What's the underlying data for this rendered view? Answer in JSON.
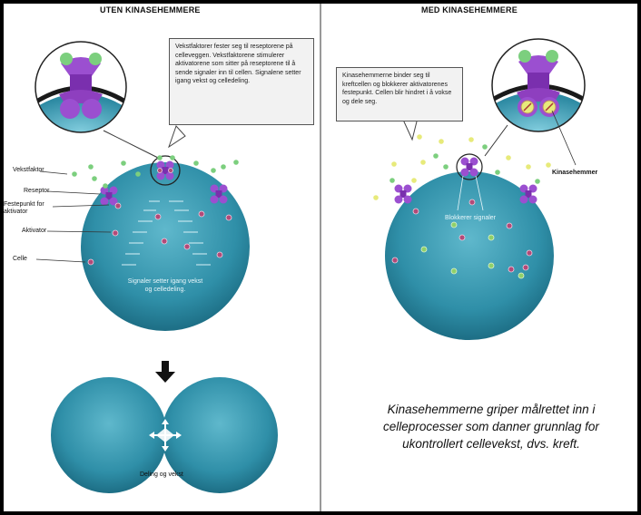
{
  "headers": {
    "left": "UTEN KINASEHEMMERE",
    "right": "MED KINASEHEMMERE"
  },
  "left": {
    "info_box": "Vekstfaktorer fester seg til reseptorene på celleveggen. Vekstfaktorene stimulerer aktivatorene som sitter på reseptorene til å sende signaler inn til cellen. Signalene setter igang vekst og celledeling.",
    "labels": {
      "vekstfaktor": "Vekstfaktor",
      "reseptor": "Reseptor",
      "festepunkt": "Festepunkt for aktivator",
      "aktivator": "Aktivator",
      "celle": "Celle"
    },
    "signal_text": "Signaler setter igang vekst og celledeling.",
    "division_label": "Deling og vekst"
  },
  "right": {
    "info_box": "Kinasehemmerne binder seg til kreftcellen og blokkerer aktivatorenes festepunkt. Cellen blir hindret i å vokse og dele seg.",
    "blokkerer_label": "Blokkerer signaler",
    "kinasehemmer_label": "Kinasehemmer"
  },
  "caption": "Kinasehemmerne griper målrettet inn i celleprocesser som danner grunnlag for ukontrollert cellevekst, dvs. kreft.",
  "colors": {
    "cell": "#2f8fa8",
    "receptor": "#8e3fbf",
    "growth_factor": "#7ccf7e",
    "inhibitor": "#e7ea7a"
  }
}
